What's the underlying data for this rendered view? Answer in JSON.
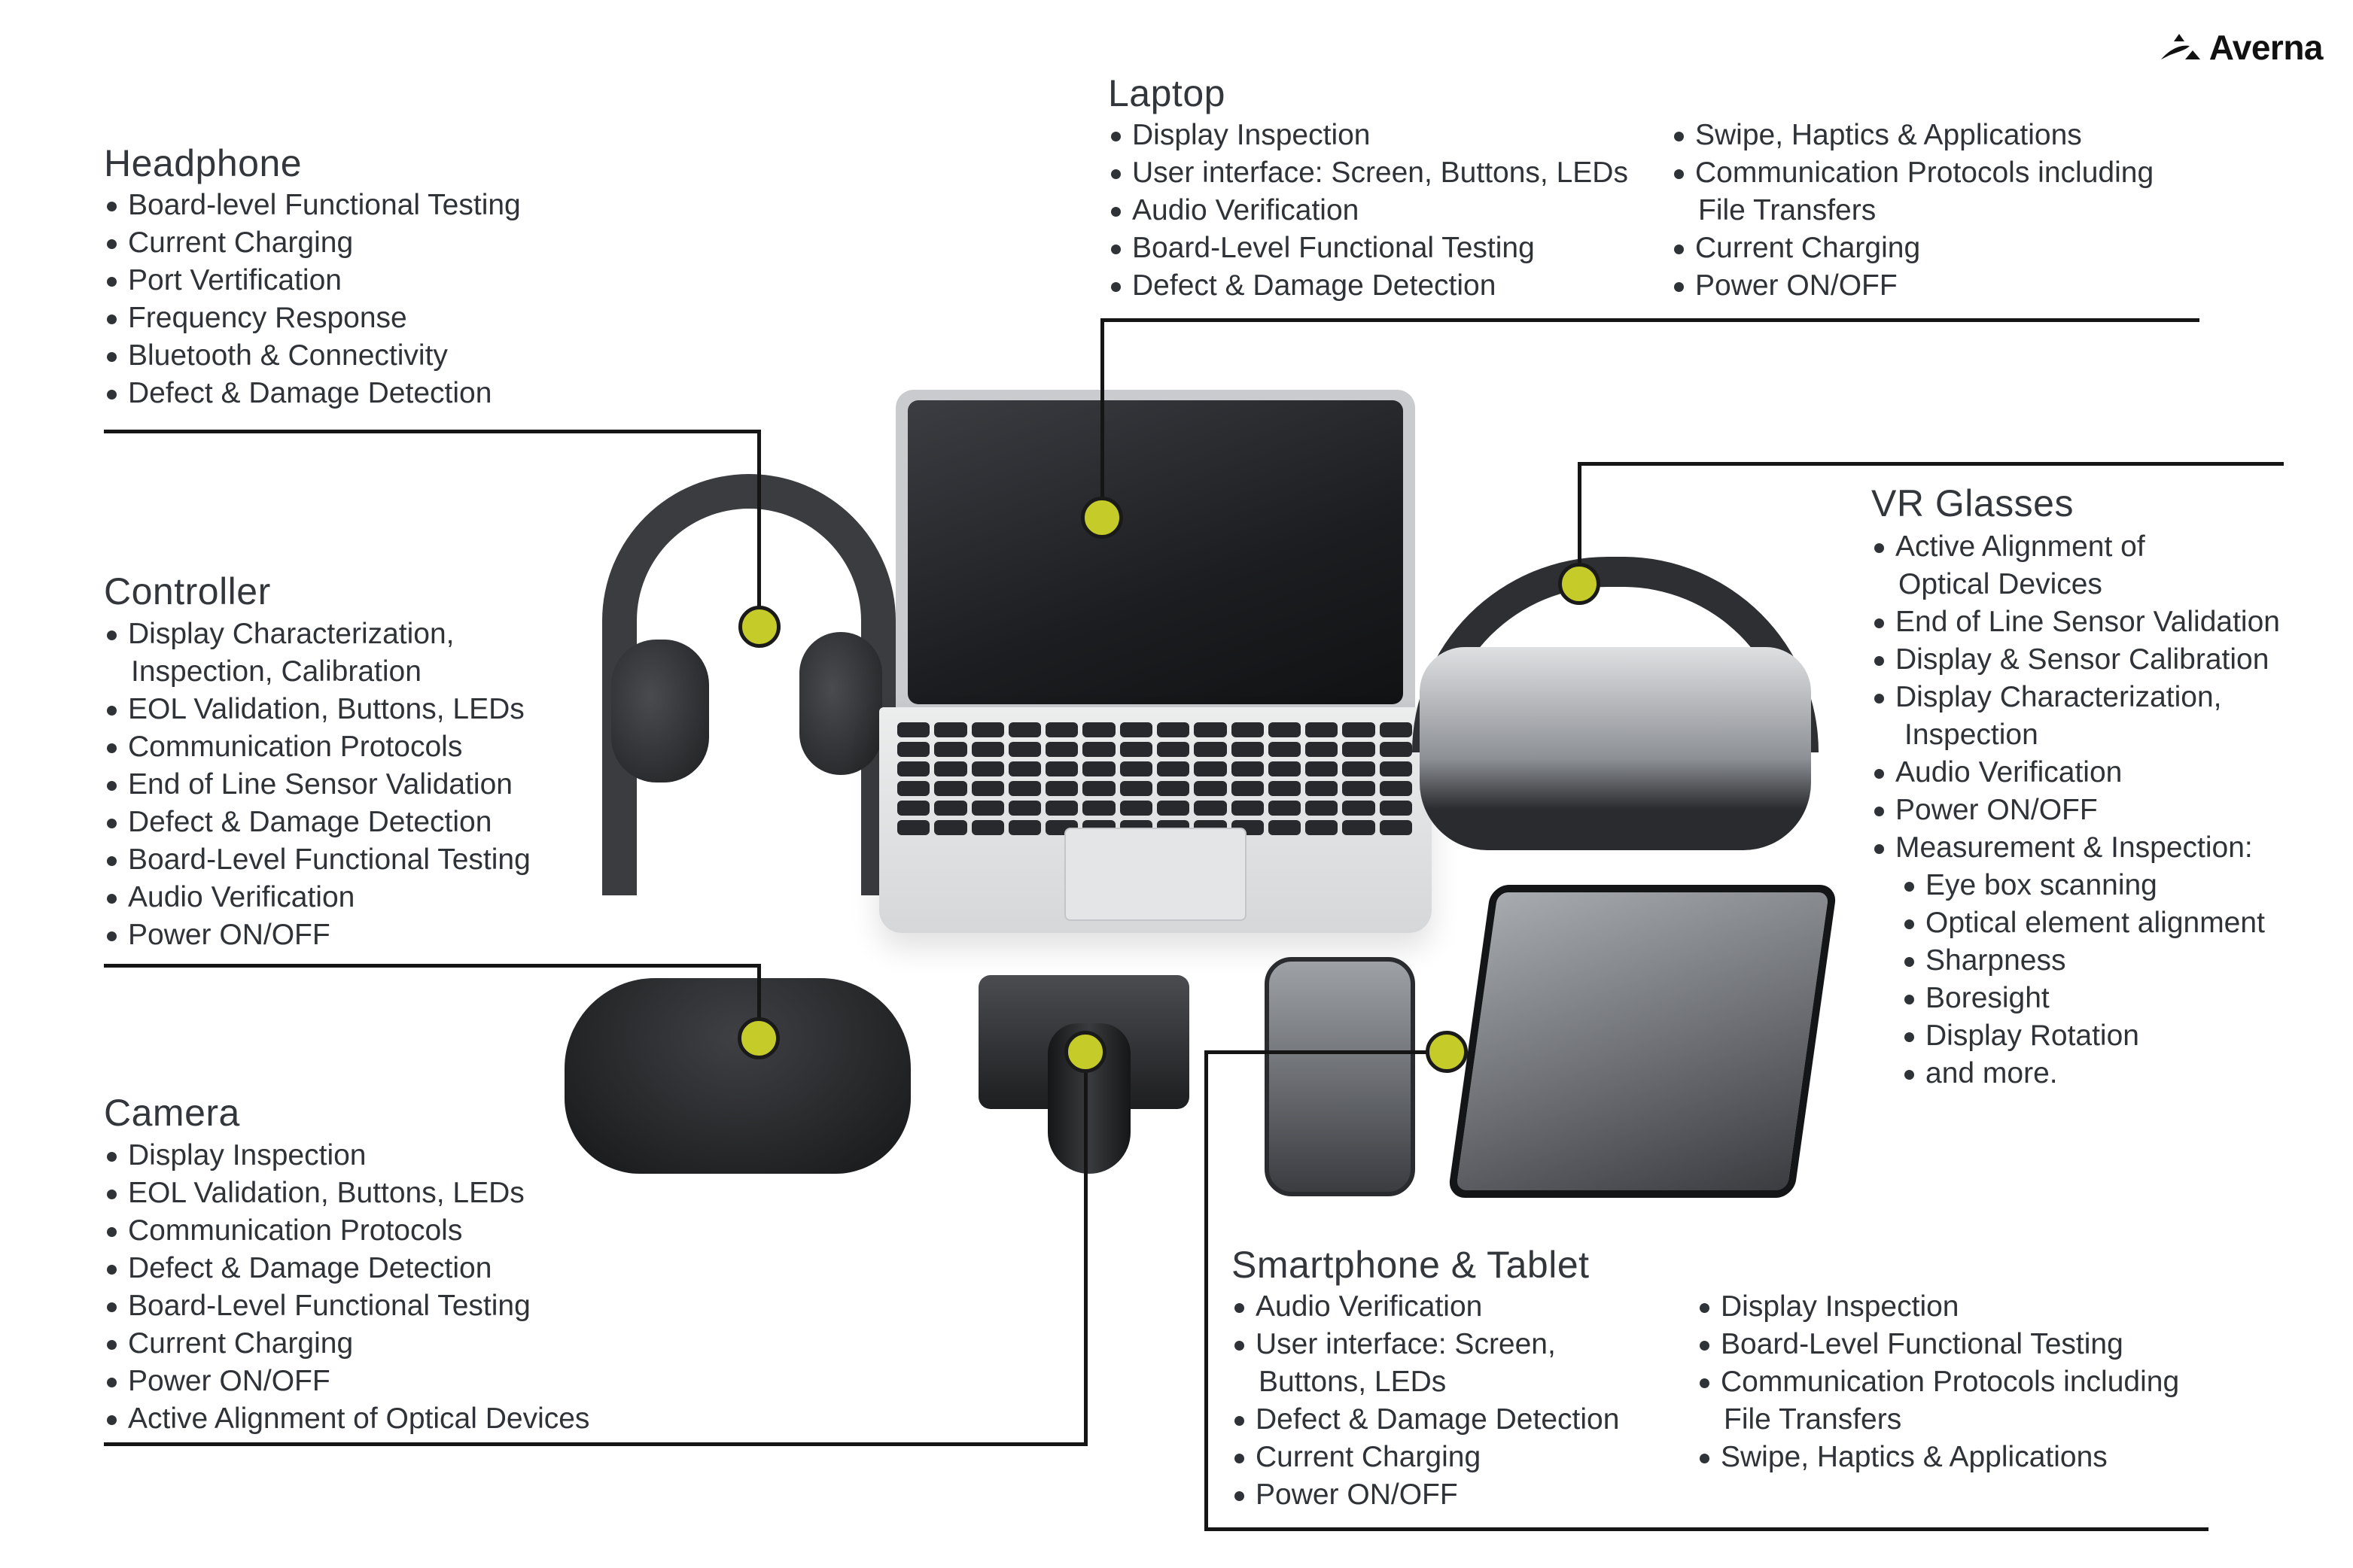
{
  "brand": {
    "name": "Averna",
    "accent_color": "#c5cc2a",
    "line_color": "#151515",
    "text_color": "#2f3338"
  },
  "sections": {
    "headphone": {
      "title": "Headphone",
      "items": [
        "Board-level Functional Testing",
        "Current Charging",
        "Port Vertification",
        "Frequency Response",
        "Bluetooth & Connectivity",
        "Defect & Damage Detection"
      ]
    },
    "laptop": {
      "title": "Laptop",
      "col1": [
        "Display Inspection",
        "User interface: Screen, Buttons, LEDs",
        "Audio Verification",
        "Board-Level Functional Testing",
        "Defect & Damage Detection"
      ],
      "col2": [
        "Swipe, Haptics & Applications",
        "Communication Protocols including",
        "File Transfers",
        "Current Charging",
        "Power ON/OFF"
      ]
    },
    "controller": {
      "title": "Controller",
      "items": [
        "Display Characterization,",
        "Inspection, Calibration",
        "EOL Validation, Buttons, LEDs",
        "Communication Protocols",
        "End of Line Sensor Validation",
        "Defect & Damage Detection",
        "Board-Level Functional Testing",
        "Audio Verification",
        "Power ON/OFF"
      ]
    },
    "vr_glasses": {
      "title": "VR Glasses",
      "items": [
        "Active Alignment of",
        "Optical Devices",
        "End of Line Sensor Validation",
        "Display & Sensor Calibration",
        "Display Characterization,",
        "Inspection",
        "Audio Verification",
        "Power ON/OFF",
        "Measurement & Inspection:"
      ],
      "sub_items": [
        "Eye box scanning",
        "Optical element alignment",
        "Sharpness",
        "Boresight",
        "Display Rotation",
        "and more."
      ]
    },
    "camera": {
      "title": "Camera",
      "items": [
        "Display Inspection",
        "EOL Validation, Buttons, LEDs",
        "Communication Protocols",
        "Defect & Damage Detection",
        "Board-Level Functional Testing",
        "Current Charging",
        "Power ON/OFF",
        "Active Alignment of Optical Devices"
      ]
    },
    "smartphone_tablet": {
      "title": "Smartphone & Tablet",
      "col1": [
        "Audio Verification",
        "User interface: Screen,",
        "Buttons, LEDs",
        "Defect & Damage Detection",
        "Current Charging",
        "Power ON/OFF"
      ],
      "col2": [
        "Display Inspection",
        "Board-Level Functional Testing",
        "Communication Protocols including",
        "File Transfers",
        "Swipe, Haptics & Applications"
      ]
    }
  },
  "devices": [
    "headphone",
    "laptop",
    "vr-glasses",
    "controller",
    "camera",
    "smartphone",
    "tablet"
  ]
}
